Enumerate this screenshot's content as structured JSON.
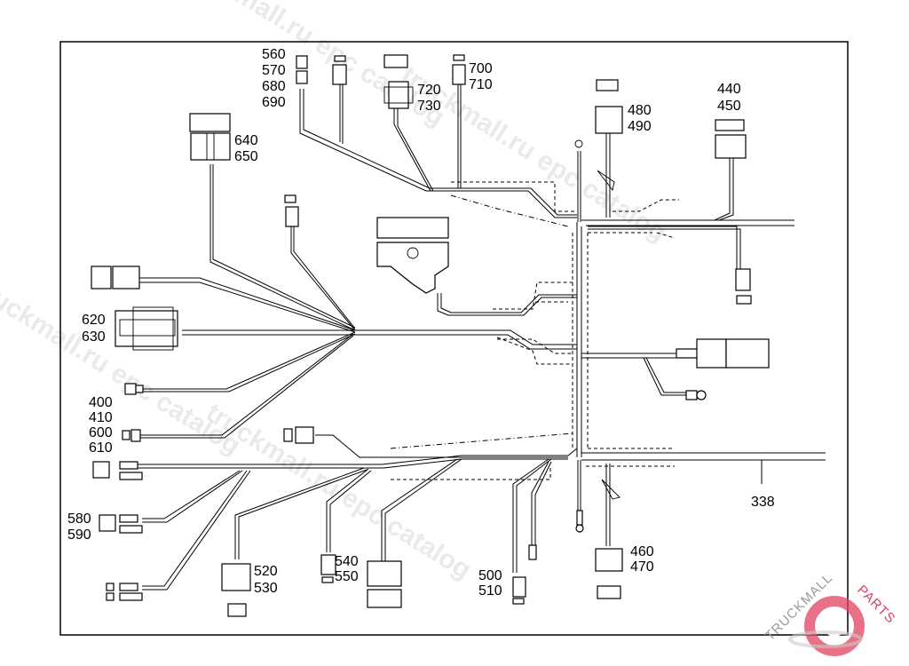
{
  "diagram": {
    "title": "Wiring harness parts diagram",
    "callouts": {
      "c560": [
        "560",
        "570",
        "680",
        "690"
      ],
      "c720": [
        "720",
        "730"
      ],
      "c700": [
        "700",
        "710"
      ],
      "c640": [
        "640",
        "650"
      ],
      "c480": [
        "480",
        "490"
      ],
      "c440": [
        "440",
        "450"
      ],
      "c620": [
        "620",
        "630"
      ],
      "c400": [
        "400",
        "410",
        "600",
        "610"
      ],
      "c580": [
        "580",
        "590"
      ],
      "c520": [
        "520",
        "530"
      ],
      "c540": [
        "540",
        "550"
      ],
      "c500": [
        "500",
        "510"
      ],
      "c460": [
        "460",
        "470"
      ],
      "c338": [
        "338"
      ]
    },
    "watermark": {
      "texts": [
        "truckmall.ru epc catalog",
        "truckmall.ru epc catalog",
        "truckmall.ru epc catalog",
        "truckmall.ru epc catalog"
      ]
    },
    "logo": {
      "text_dark": "TRUCKMALL",
      "text_accent": "PARTS",
      "accent_color": "#e0405f",
      "dark_color": "#9a9a9a"
    }
  }
}
